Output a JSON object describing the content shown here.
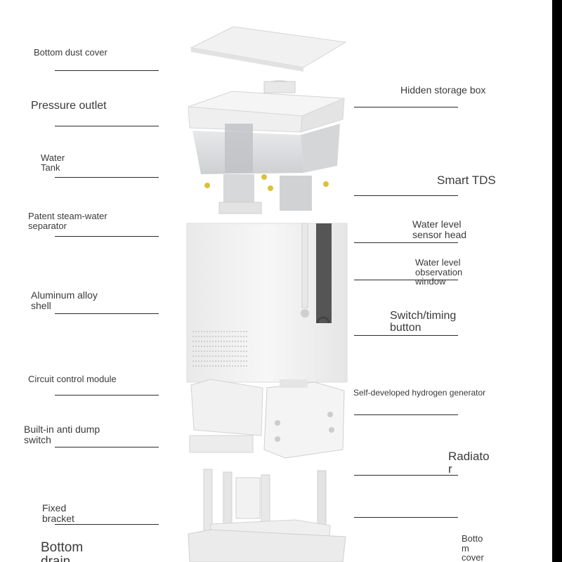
{
  "labels": {
    "left": {
      "bottom_dust_cover": "Bottom dust cover",
      "pressure_outlet": "Pressure outlet",
      "water_tank": "Water\nTank",
      "steam_water_separator": "Patent steam-water\nseparator",
      "aluminum_shell": "Aluminum alloy\nshell",
      "circuit_control_module": "Circuit control module",
      "anti_dump_switch": "Built-in anti dump\nswitch",
      "fixed_bracket": "Fixed\nbracket",
      "bottom_drain": "Bottom\ndrain"
    },
    "right": {
      "hidden_storage_box": "Hidden storage box",
      "smart_tds": "Smart TDS",
      "water_level_sensor": "Water level\nsensor head",
      "water_level_window": "Water level\nobservation\nwindow",
      "switch_timing_button": "Switch/timing\nbutton",
      "hydrogen_generator": "Self-developed hydrogen generator",
      "radiator": "Radiato\nr",
      "bottom_cover": "Botto\nm\ncover"
    }
  },
  "colors": {
    "text": "#3a3a3a",
    "leader_line": "#2b2b2b",
    "body_white": "#f3f3f3",
    "tank_gray": "#d8dadc",
    "dark_window": "#555555",
    "accent_yellow": "#d8c23a"
  }
}
